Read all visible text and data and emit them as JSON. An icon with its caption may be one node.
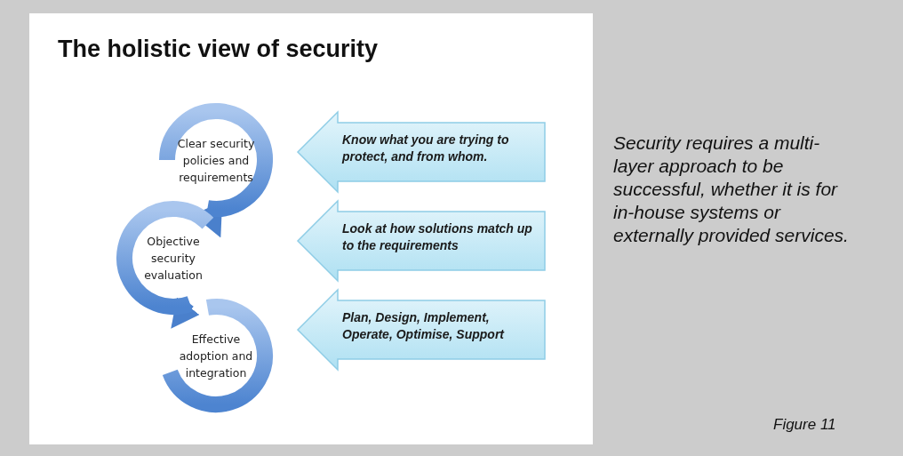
{
  "diagram": {
    "title": "The holistic view of security",
    "caption": "Figure 11",
    "nodes": [
      {
        "text": [
          "Clear security policies and requirements"
        ]
      },
      {
        "text": [
          "Objective security evaluation"
        ]
      },
      {
        "text": [
          "Effective adoption and integration"
        ]
      },
      {
        "text": [
          "Know what you are trying to protect, and from whom."
        ]
      },
      {
        "text": [
          "Look at how solutions match up to the requirements"
        ]
      },
      {
        "text": [
          "Plan, Design, Implement, Operate, Optimise, Support"
        ]
      }
    ],
    "edges": [
      {
        "from": 0,
        "to": 1,
        "arrow": "to"
      },
      {
        "from": 1,
        "to": 2,
        "arrow": "to"
      }
    ],
    "labels": [
      "Security requires a multi-layer approach to be successful, whether it is for in-house systems or externally provided services."
    ]
  }
}
